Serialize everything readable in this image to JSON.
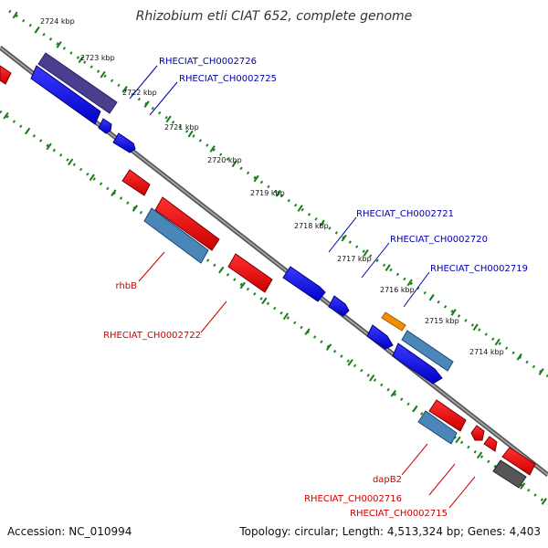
{
  "title": "Rhizobium etli CIAT 652, complete genome",
  "accession": "Accession: NC_010994",
  "topology": "Topology: circular; Length: 4,513,324 bp; Genes: 4,403",
  "scale_labels": [
    "2724 kbp",
    "2723 kbp",
    "2722 kbp",
    "2721 kbp",
    "2720 kbp",
    "2719 kbp",
    "2718 kbp",
    "2717 kbp",
    "2716 kbp",
    "2715 kbp",
    "2714 kbp"
  ],
  "gene_labels_forward": [
    "RHECIAT_CH0002726",
    "RHECIAT_CH0002725",
    "RHECIAT_CH0002721",
    "RHECIAT_CH0002720",
    "RHECIAT_CH0002719"
  ],
  "gene_labels_reverse": [
    "rhbB",
    "RHECIAT_CH0002722",
    "dapB2",
    "RHECIAT_CH0002716",
    "RHECIAT_CH0002715"
  ],
  "colors": {
    "backbone": "#808080",
    "tick": "#1a7a1a",
    "forward_cds": "#0000ee",
    "reverse_cds": "#ee0000",
    "rna_steelblue": "#4a86b8",
    "slateblue": "#4a3f8f",
    "orange": "#f09000",
    "gray": "#555555",
    "forward_label": "#0000aa",
    "reverse_label": "#cc0000"
  }
}
